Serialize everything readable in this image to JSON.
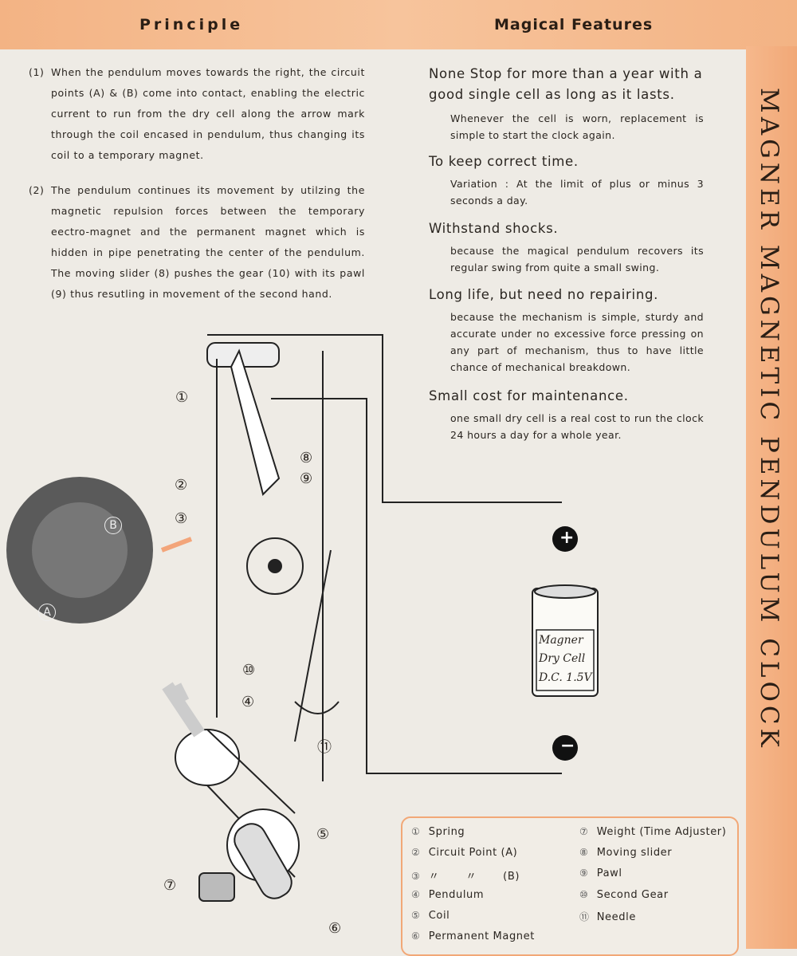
{
  "headings": {
    "principle": "Principle",
    "features": "Magical Features"
  },
  "side_title": "MAGNER MAGNETIC PENDULUM CLOCK",
  "principle": [
    {
      "num": "(1)",
      "text": "When the pendulum moves towards the right, the circuit points (A) & (B) come into contact, enabling the electric current to run from the dry cell along the arrow mark through the coil encased in pendulum, thus changing its coil to a temporary magnet."
    },
    {
      "num": "(2)",
      "text": "The pendulum continues its movement by utilzing the magnetic repulsion forces between the temporary eectro-magnet and the permanent magnet which is hidden in pipe penetrating the center of the pendulum. The moving slider (8) pushes the gear (10) with its pawl (9) thus resutling in movement of the second hand."
    }
  ],
  "features": [
    {
      "title": "None Stop for more than a year with a good single cell as long as it lasts.",
      "text": "Whenever the cell is worn, replacement is simple to start the clock again."
    },
    {
      "title": "To keep correct time.",
      "text": "Variation :  At the limit of plus or minus 3 seconds a day."
    },
    {
      "title": "Withstand shocks.",
      "text": "because the magical pendulum recovers its regular swing from quite a small swing."
    },
    {
      "title": "Long life, but need no repairing.",
      "text": "because the mechanism is simple, sturdy and accurate under no excessive force pressing on any part of mechanism, thus to have little chance of mechanical breakdown."
    },
    {
      "title": "Small cost for maintenance.",
      "text": "one small dry cell is a real cost to run the clock 24 hours a day for a whole year."
    }
  ],
  "legend": [
    {
      "num": "①",
      "label": "Spring"
    },
    {
      "num": "②",
      "label": "Circuit Point (A)"
    },
    {
      "num": "③",
      "label": "〃       〃       (B)"
    },
    {
      "num": "④",
      "label": "Pendulum"
    },
    {
      "num": "⑤",
      "label": "Coil"
    },
    {
      "num": "⑥",
      "label": "Permanent Magnet"
    },
    {
      "num": "⑦",
      "label": "Weight (Time Adjuster)"
    },
    {
      "num": "⑧",
      "label": "Moving slider"
    },
    {
      "num": "⑨",
      "label": "Pawl"
    },
    {
      "num": "⑩",
      "label": "Second Gear"
    },
    {
      "num": "⑪",
      "label": "Needle"
    }
  ],
  "diagram": {
    "callouts": [
      "①",
      "②",
      "③",
      "④",
      "⑤",
      "⑥",
      "⑦",
      "⑧",
      "⑨",
      "⑩",
      "⑪",
      "A",
      "B"
    ],
    "battery": [
      "Magner",
      "Dry Cell",
      "D.C. 1.5V"
    ],
    "plus": "+",
    "minus": "−"
  }
}
